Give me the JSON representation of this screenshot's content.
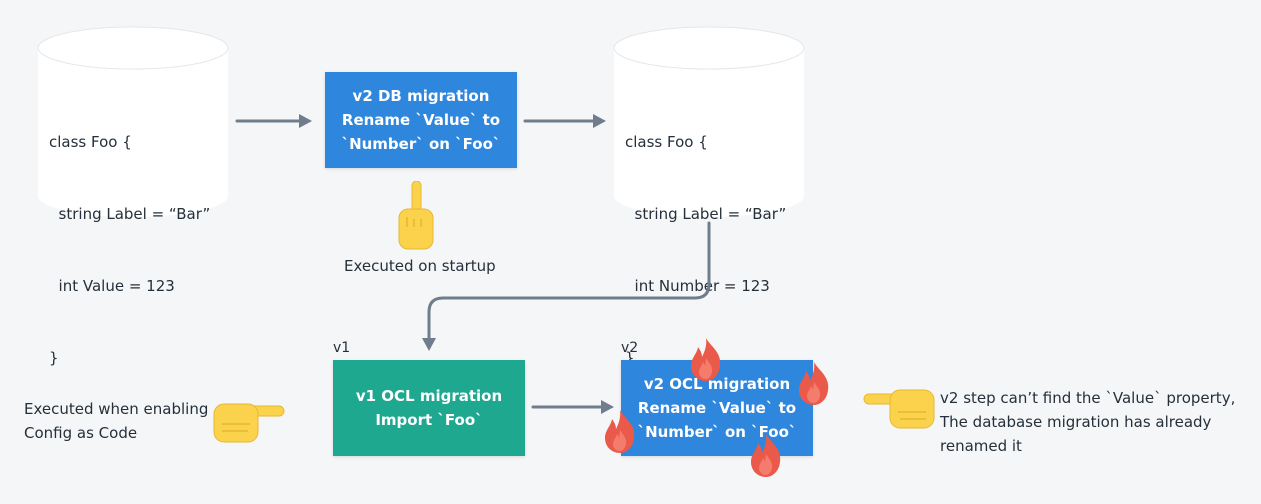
{
  "db_left": {
    "lines": [
      "class Foo {",
      "  string Label = “Bar”",
      "  int Value = 123",
      "}"
    ]
  },
  "db_right": {
    "lines": [
      "class Foo {",
      "  string Label = “Bar”",
      "  int Number = 123",
      "}"
    ]
  },
  "v2_db_migration": {
    "lines": [
      "v2 DB migration",
      "Rename `Value` to",
      "`Number` on `Foo`"
    ]
  },
  "v1_ocl_migration": {
    "version": "v1",
    "lines": [
      "v1 OCL migration",
      "Import `Foo`"
    ]
  },
  "v2_ocl_migration": {
    "version": "v2",
    "lines": [
      "v2 OCL migration",
      "Rename `Value` to",
      "`Number` on `Foo`"
    ]
  },
  "notes": {
    "startup": "Executed on startup",
    "enabling": [
      "Executed when enabling",
      "Config as Code"
    ],
    "error": [
      "v2 step can’t find the `Value` property,",
      "The database migration has already",
      "renamed it"
    ]
  },
  "icons": {
    "pointing_up": "pointing-up-hand-icon",
    "pointing_right": "pointing-right-hand-icon",
    "pointing_left": "pointing-left-hand-icon",
    "fire": "fire-icon"
  },
  "colors": {
    "blue_box": "#2f86dd",
    "teal_box": "#1fa890",
    "arrow": "#6f7d8c",
    "fire": "#ea5a4a",
    "hand": "#fbd24b"
  }
}
